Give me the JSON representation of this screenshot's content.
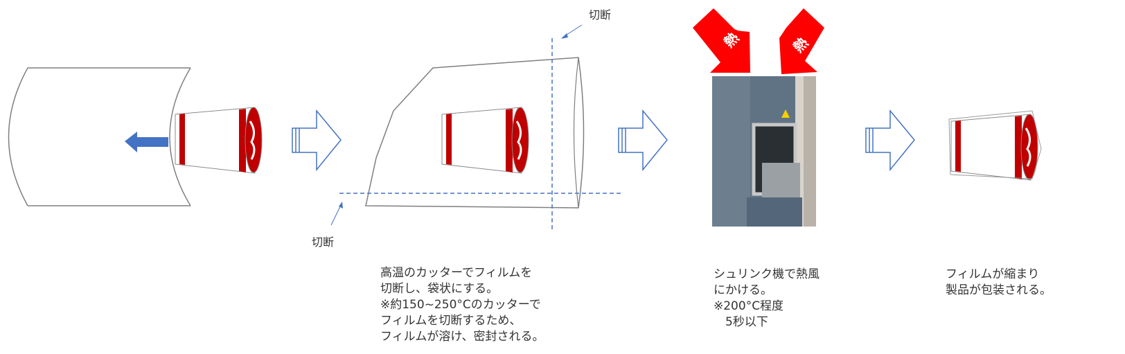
{
  "labels": {
    "cut_top": "切断",
    "cut_bottom": "切断"
  },
  "heat_arrows": [
    "熱",
    "熱"
  ],
  "captions": {
    "step2": [
      "高温のカッターでフィルムを",
      "切断し、袋状にする。",
      "※約150~250°Cのカッターで",
      "フィルムを切断するため、",
      "フィルムが溶け、密封される。"
    ],
    "step3": [
      "シュリンク機で熱風",
      "にかける。",
      "※200°C程度",
      "　5秒以下"
    ],
    "step4": [
      "フィルムが縮まり",
      "製品が包装される。"
    ]
  },
  "colors": {
    "accent": "#4472c4",
    "heat": "#ff0000",
    "cup_red": "#c00000",
    "outline": "#7f7f7f"
  }
}
